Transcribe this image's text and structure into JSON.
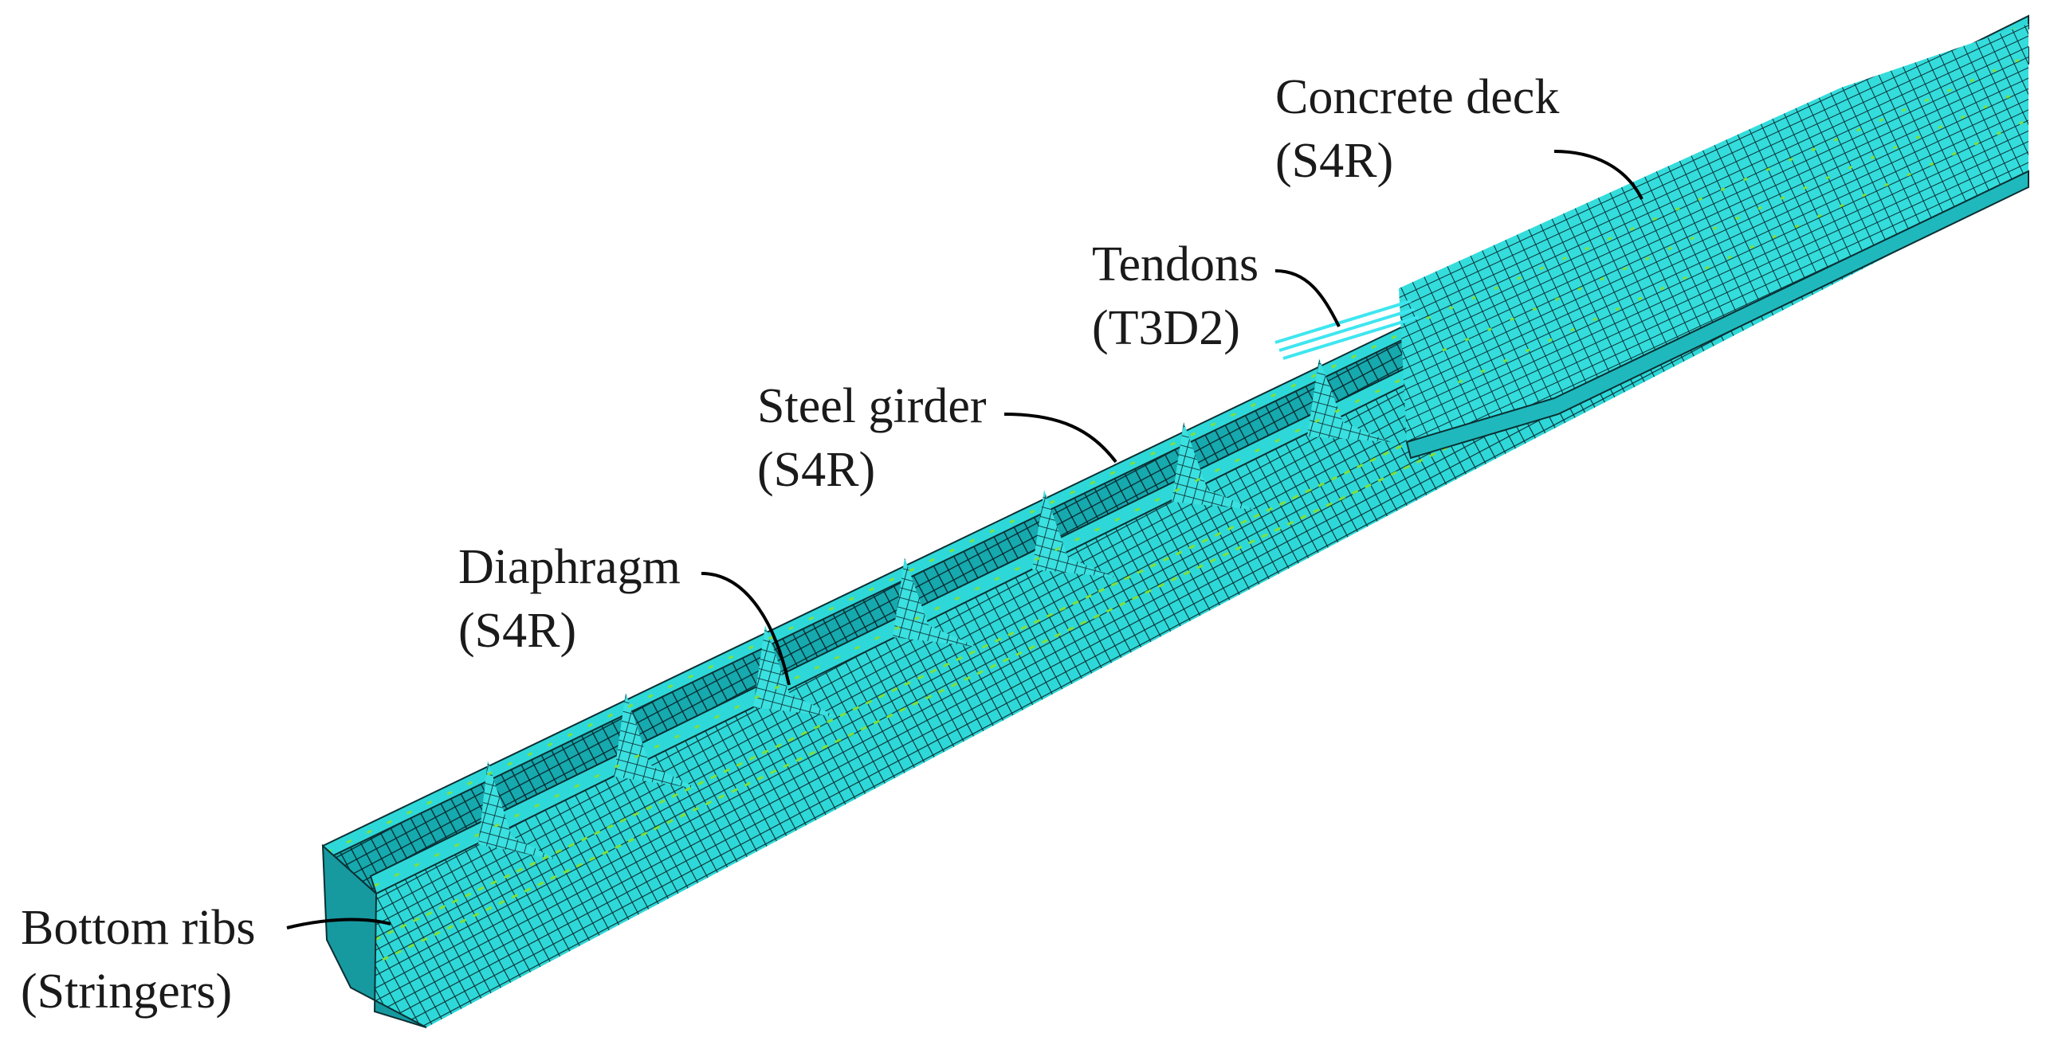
{
  "colors": {
    "mesh_fill": "#2fd8d8",
    "mesh_dark": "#117e84",
    "mesh_line": "#0b2f33",
    "node_marks": "#7de03c",
    "tendon": "#3fe6f0",
    "leader": "#000000"
  },
  "labels": {
    "concrete_deck": {
      "name": "Concrete deck",
      "element": "(S4R)"
    },
    "tendons": {
      "name": "Tendons",
      "element": "(T3D2)"
    },
    "steel_girder": {
      "name": "Steel girder",
      "element": "(S4R)"
    },
    "diaphragm": {
      "name": "Diaphragm",
      "element": "(S4R)"
    },
    "bottom_ribs": {
      "name": "Bottom ribs",
      "element": "(Stringers)"
    }
  }
}
